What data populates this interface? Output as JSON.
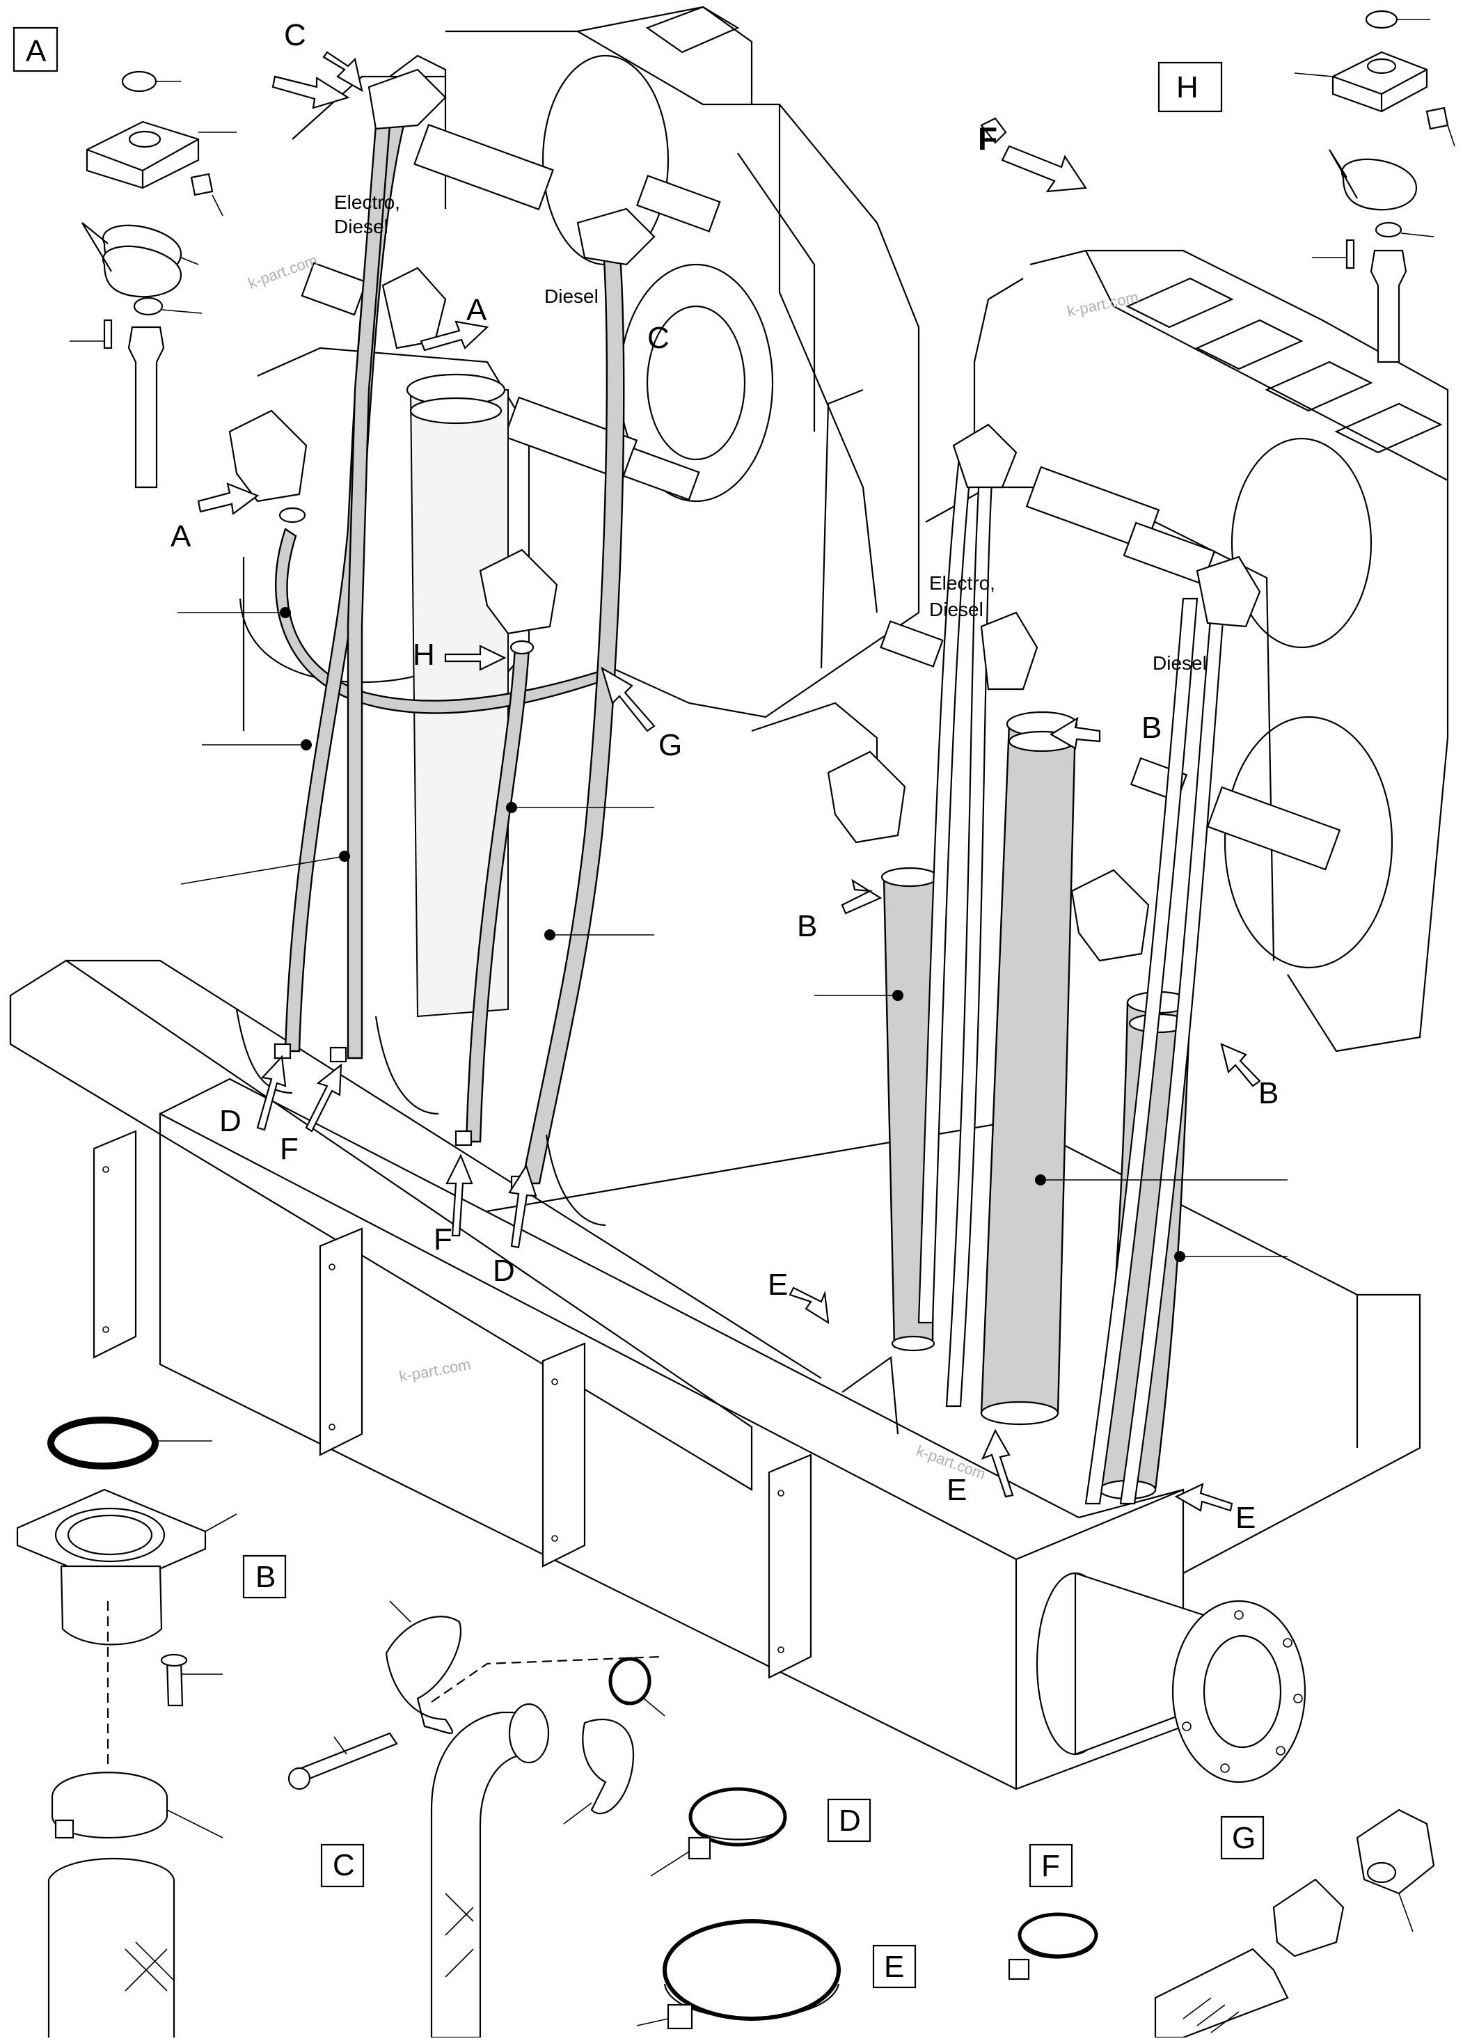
{
  "labels": {
    "view_A": "A",
    "view_H": "H",
    "detail_B": "B",
    "detail_C": "C",
    "detail_D": "D",
    "detail_E": "E",
    "detail_F": "F",
    "detail_G": "G",
    "letter_A": "A",
    "letter_B": "B",
    "letter_C": "C",
    "letter_D": "D",
    "letter_E": "E",
    "letter_F": "F",
    "letter_G": "G",
    "letter_H": "H"
  },
  "annotations": {
    "electro": "Electro,",
    "diesel_line2": "Diesel",
    "diesel": "Diesel",
    "front_symbol": "F"
  },
  "watermark": "k-part.com",
  "colors": {
    "line": "#000000",
    "hose_fill": "#cfcfcf",
    "watermark": "#b0b0b0"
  }
}
